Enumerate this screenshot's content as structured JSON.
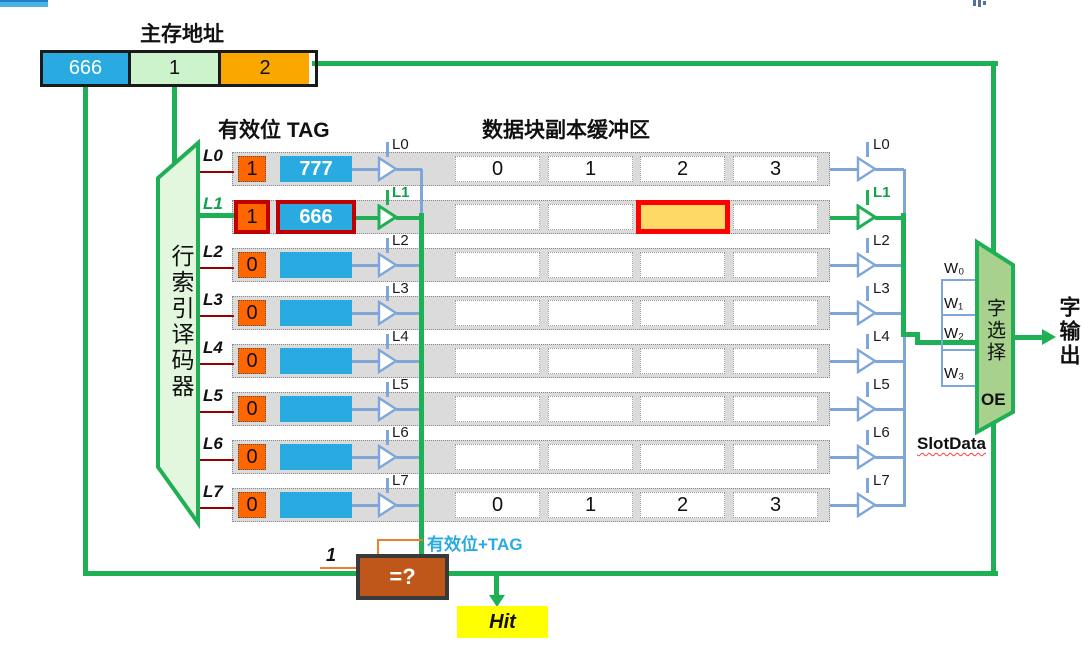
{
  "header": {
    "title": "主存地址",
    "fields": [
      {
        "name": "tag",
        "value": "666"
      },
      {
        "name": "line",
        "value": "1"
      },
      {
        "name": "word",
        "value": "2"
      }
    ]
  },
  "decoder": {
    "label": "行索引译码器"
  },
  "sections": {
    "tag_header": "有效位 TAG",
    "buffer_header": "数据块副本缓冲区"
  },
  "rows": [
    {
      "label": "L0",
      "valid": "1",
      "tag": "777",
      "cells": [
        "0",
        "1",
        "2",
        "3"
      ],
      "active": false,
      "highlight_cell": -1
    },
    {
      "label": "L1",
      "valid": "1",
      "tag": "666",
      "cells": [
        "",
        "",
        "",
        ""
      ],
      "active": true,
      "highlight_cell": 2
    },
    {
      "label": "L2",
      "valid": "0",
      "tag": "",
      "cells": [
        "",
        "",
        "",
        ""
      ],
      "active": false,
      "highlight_cell": -1
    },
    {
      "label": "L3",
      "valid": "0",
      "tag": "",
      "cells": [
        "",
        "",
        "",
        ""
      ],
      "active": false,
      "highlight_cell": -1
    },
    {
      "label": "L4",
      "valid": "0",
      "tag": "",
      "cells": [
        "",
        "",
        "",
        ""
      ],
      "active": false,
      "highlight_cell": -1
    },
    {
      "label": "L5",
      "valid": "0",
      "tag": "",
      "cells": [
        "",
        "",
        "",
        ""
      ],
      "active": false,
      "highlight_cell": -1
    },
    {
      "label": "L6",
      "valid": "0",
      "tag": "",
      "cells": [
        "",
        "",
        "",
        ""
      ],
      "active": false,
      "highlight_cell": -1
    },
    {
      "label": "L7",
      "valid": "0",
      "tag": "",
      "cells": [
        "0",
        "1",
        "2",
        "3"
      ],
      "active": false,
      "highlight_cell": -1
    }
  ],
  "active_row": "L1",
  "word_select": {
    "inputs": [
      "W₀",
      "W₁",
      "W₂",
      "W₃"
    ],
    "label": "字选择",
    "oe": "OE",
    "selected_word_index": 2
  },
  "output": {
    "label": "字输出",
    "slot_data": "SlotData"
  },
  "comparator": {
    "label": "=?",
    "const_input": "1",
    "bus_label": "有效位+TAG"
  },
  "hit": {
    "label": "Hit"
  },
  "colors": {
    "wire_green": "#1FAF54",
    "wire_blue": "#7DA7D9",
    "wire_dark_red": "#990000",
    "wire_orange": "#ED7D31",
    "cell_blue": "#29ABE2",
    "cell_orange": "#FF6600",
    "active_border_red": "#C00000",
    "highlight_fill": "#FFD966",
    "highlight_border": "#FF0000",
    "addr_tag_blue": "#29ABE2",
    "addr_line_green": "#CDF3CD",
    "addr_word_amber": "#FAA800",
    "strip_gray": "#DBDBDB",
    "decoder_fill": "#E3F6DE",
    "mux_fill": "#A9D18E",
    "comparator_brown": "#C0571A",
    "hit_yellow": "#FFFF00"
  }
}
